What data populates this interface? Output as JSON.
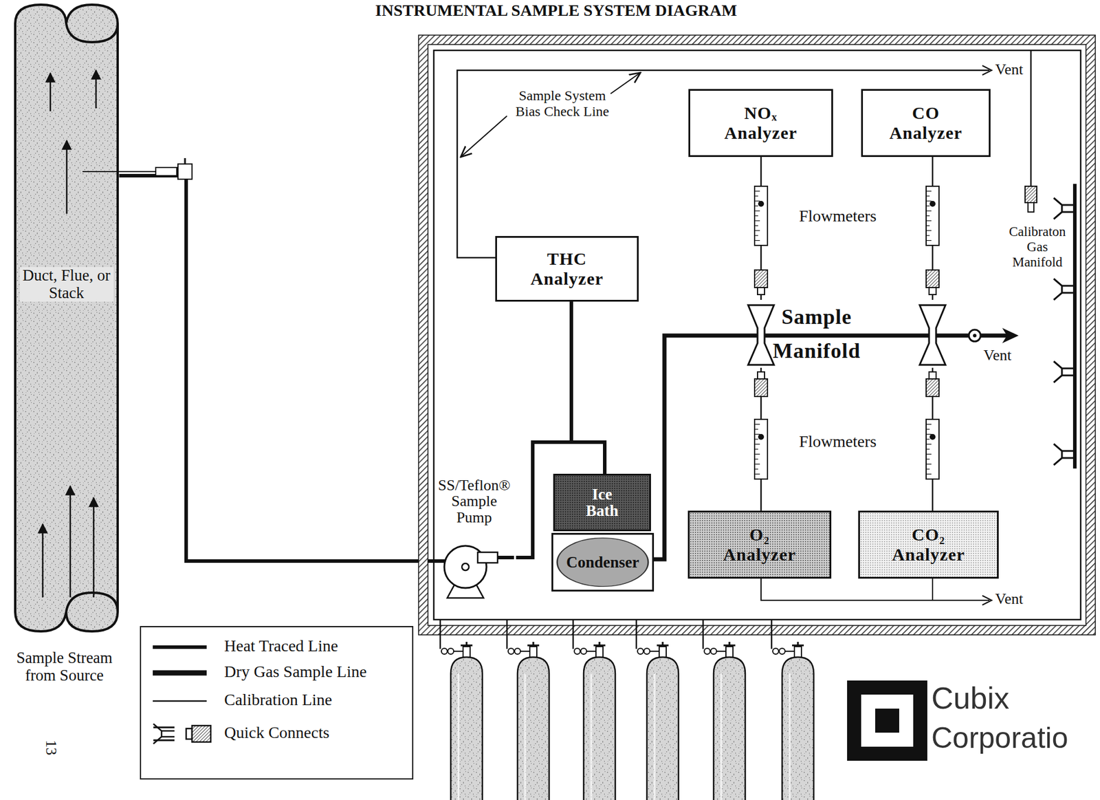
{
  "diagram": {
    "title": "INSTRUMENTAL SAMPLE SYSTEM DIAGRAM",
    "nodes": [
      {
        "text": [
          "Duct, Flue, or Stack"
        ]
      },
      {
        "text": [
          "SS/Teflon® Sample Pump"
        ]
      },
      {
        "text": [
          "THC Analyzer"
        ]
      },
      {
        "text": [
          "NOₓ Analyzer"
        ]
      },
      {
        "text": [
          "CO Analyzer"
        ]
      },
      {
        "text": [
          "Sample Manifold"
        ]
      },
      {
        "text": [
          "Ice Bath"
        ]
      },
      {
        "text": [
          "Condenser"
        ]
      },
      {
        "text": [
          "O₂ Analyzer"
        ]
      },
      {
        "text": [
          "CO₂ Analyzer"
        ]
      }
    ],
    "edges": [
      {
        "from": 0,
        "to": 1,
        "arrow": "none"
      },
      {
        "from": 1,
        "to": 2,
        "arrow": "none"
      },
      {
        "from": 1,
        "to": 6,
        "arrow": "none"
      },
      {
        "from": 7,
        "to": 5,
        "arrow": "none"
      },
      {
        "from": 5,
        "to": 3,
        "arrow": "none"
      },
      {
        "from": 5,
        "to": 4,
        "arrow": "none"
      },
      {
        "from": 5,
        "to": 8,
        "arrow": "none"
      },
      {
        "from": 5,
        "to": 9,
        "arrow": "none"
      }
    ],
    "labels": [
      "Sample System Bias Check Line",
      "Vent",
      "Flowmeters",
      "Calibraton Gas Manifold",
      "Vent",
      "Flowmeters",
      "Vent",
      "Sample Stream from Source",
      "13",
      "Cubix",
      "Corporatio"
    ],
    "legend": [
      {
        "text": "Heat Traced Line"
      },
      {
        "text": "Dry Gas Sample Line"
      },
      {
        "text": "Calibration Line"
      },
      {
        "text": "Quick Connects"
      }
    ]
  }
}
